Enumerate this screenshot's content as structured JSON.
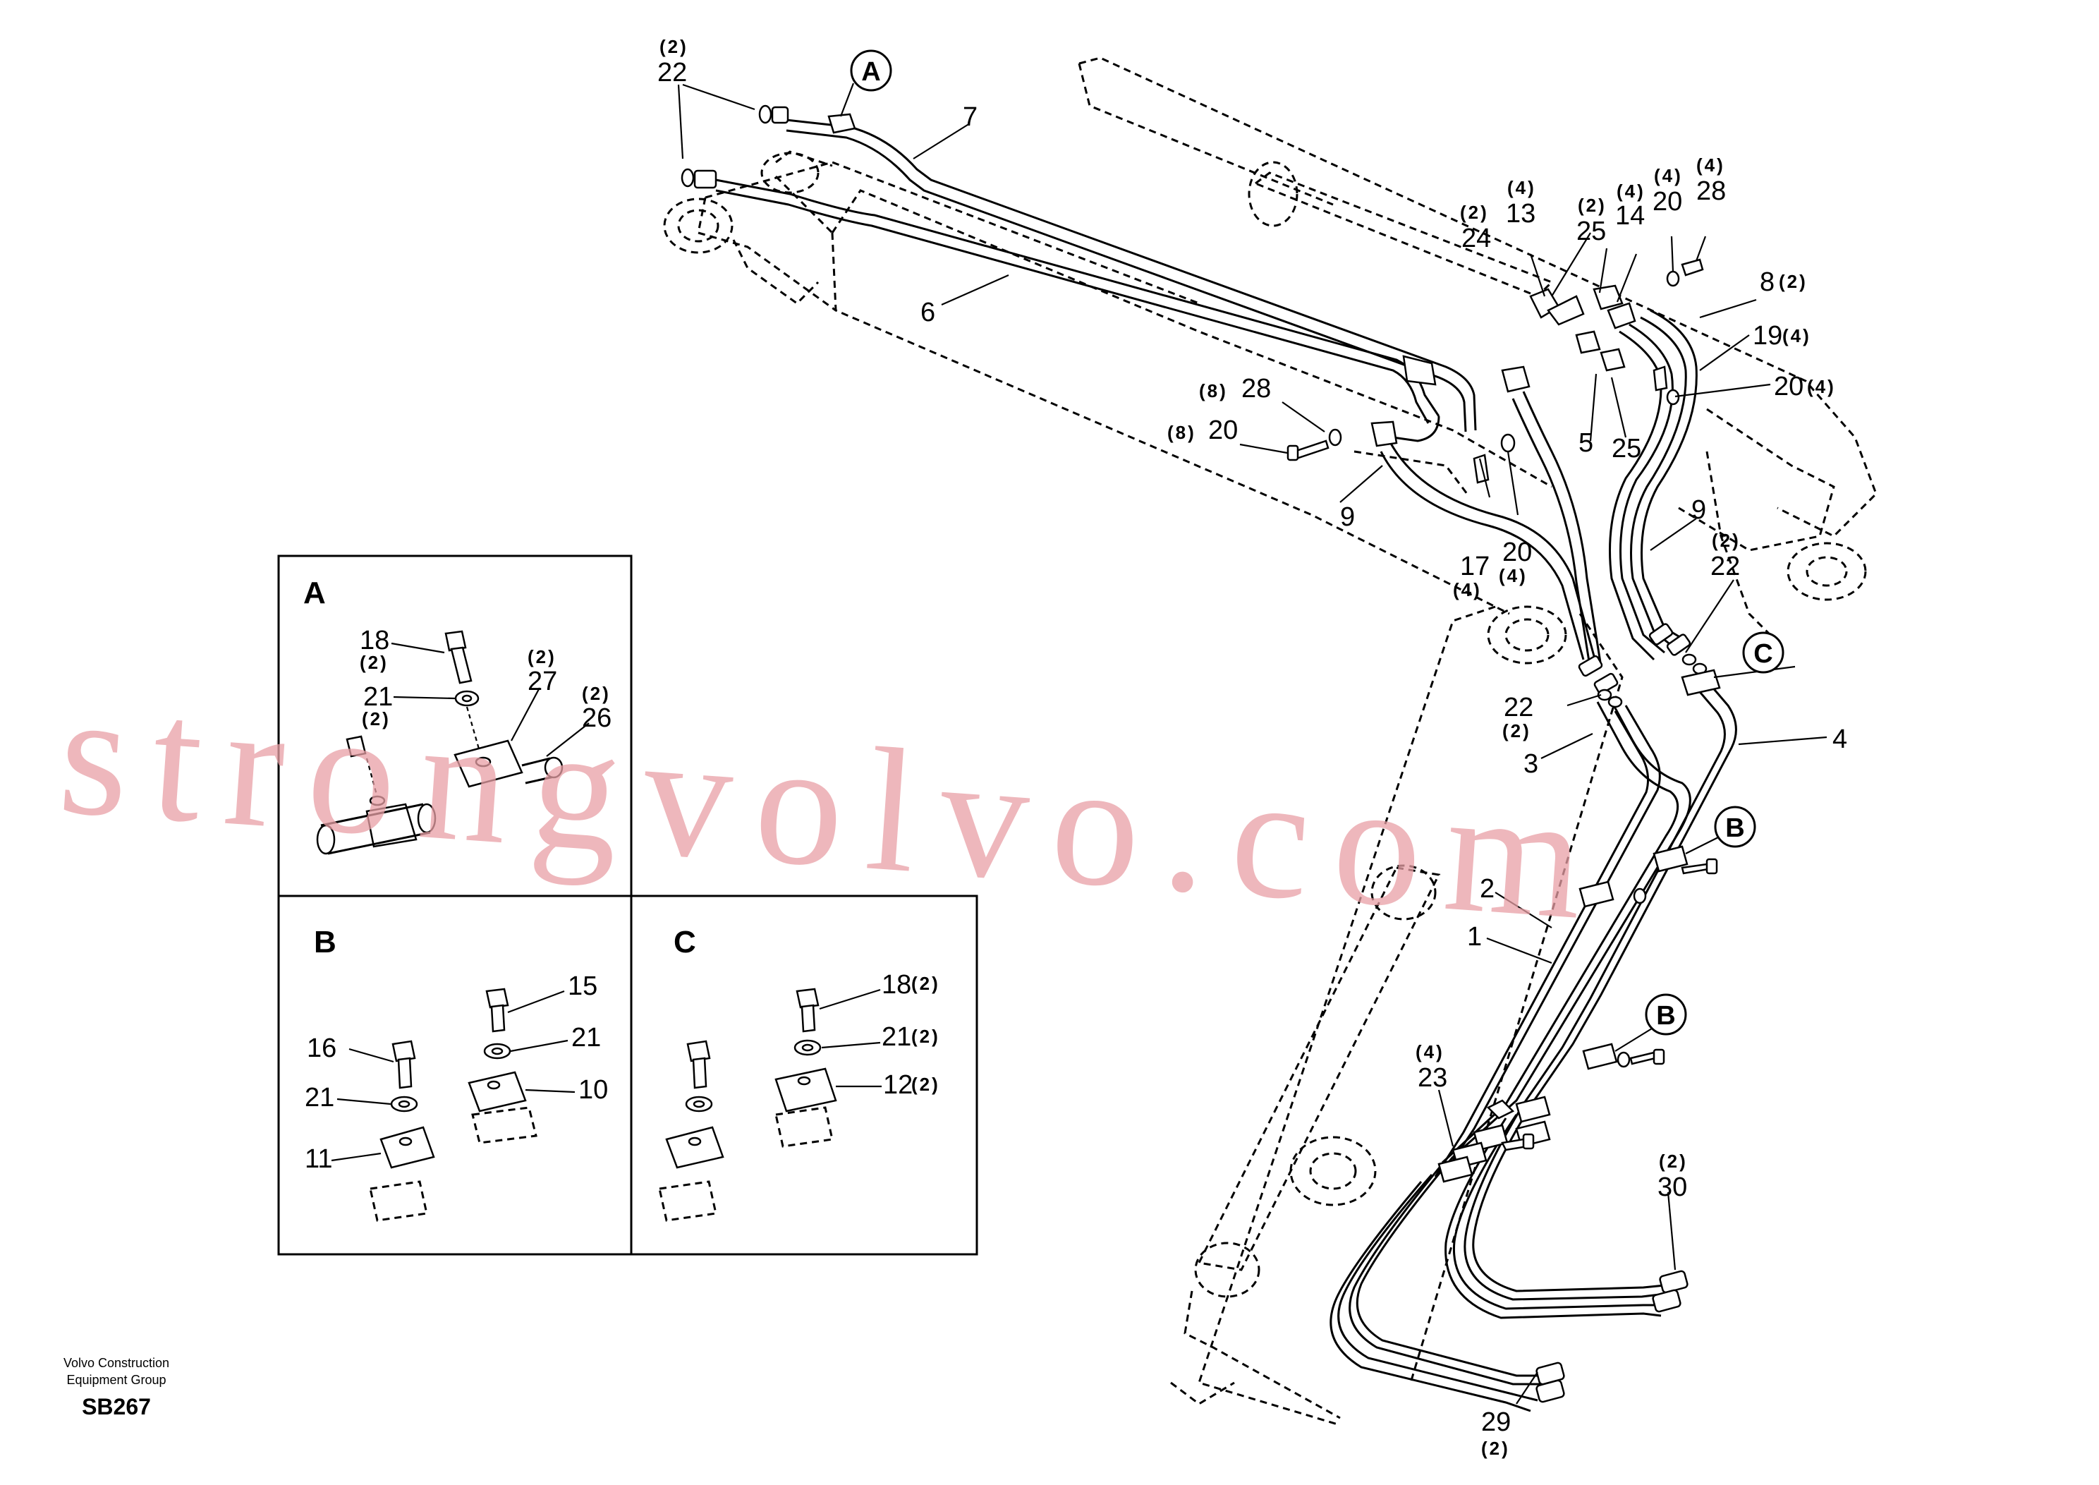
{
  "watermark": "strongvolvo.com",
  "footer": {
    "company_line1": "Volvo Construction",
    "company_line2": "Equipment Group",
    "drawing_code": "SB267"
  },
  "insets": [
    {
      "id": "A",
      "title": "A"
    },
    {
      "id": "B",
      "title": "B"
    },
    {
      "id": "C",
      "title": "C"
    }
  ],
  "detail_markers": [
    "A",
    "B",
    "B",
    "C"
  ],
  "callouts": {
    "c1": {
      "num": "1",
      "qty": ""
    },
    "c2": {
      "num": "2",
      "qty": ""
    },
    "c3": {
      "num": "3",
      "qty": ""
    },
    "c4": {
      "num": "4",
      "qty": ""
    },
    "c5": {
      "num": "5",
      "qty": ""
    },
    "c6": {
      "num": "6",
      "qty": ""
    },
    "c7": {
      "num": "7",
      "qty": ""
    },
    "c8": {
      "num": "8",
      "qty": "(2)"
    },
    "c9a": {
      "num": "9",
      "qty": ""
    },
    "c9b": {
      "num": "9",
      "qty": ""
    },
    "c13": {
      "num": "13",
      "qty": "(4)"
    },
    "c14": {
      "num": "14",
      "qty": "(4)"
    },
    "c17": {
      "num": "17",
      "qty": "(4)"
    },
    "c19": {
      "num": "19",
      "qty": "(4)"
    },
    "c20a": {
      "num": "20",
      "qty": "(4)"
    },
    "c20b": {
      "num": "20",
      "qty": "(4)"
    },
    "c20c": {
      "num": "20",
      "qty": "(4)"
    },
    "c20d": {
      "num": "20",
      "qty": "(8)"
    },
    "c22a": {
      "num": "22",
      "qty": "(2)"
    },
    "c22b": {
      "num": "22",
      "qty": "(2)"
    },
    "c22c": {
      "num": "22",
      "qty": "(2)"
    },
    "c23": {
      "num": "23",
      "qty": "(4)"
    },
    "c24": {
      "num": "24",
      "qty": "(2)"
    },
    "c25a": {
      "num": "25",
      "qty": "(2)"
    },
    "c25b": {
      "num": "25",
      "qty": ""
    },
    "c28a": {
      "num": "28",
      "qty": "(4)"
    },
    "c28b": {
      "num": "28",
      "qty": "(8)"
    },
    "c29": {
      "num": "29",
      "qty": "(2)"
    },
    "c30": {
      "num": "30",
      "qty": "(2)"
    },
    "A18": {
      "num": "18",
      "qty": "(2)"
    },
    "A21": {
      "num": "21",
      "qty": "(2)"
    },
    "A26": {
      "num": "26",
      "qty": "(2)"
    },
    "A27": {
      "num": "27",
      "qty": "(2)"
    },
    "B10": {
      "num": "10",
      "qty": ""
    },
    "B11": {
      "num": "11",
      "qty": ""
    },
    "B15": {
      "num": "15",
      "qty": ""
    },
    "B16": {
      "num": "16",
      "qty": ""
    },
    "B21a": {
      "num": "21",
      "qty": ""
    },
    "B21b": {
      "num": "21",
      "qty": ""
    },
    "C12": {
      "num": "12",
      "qty": "(2)"
    },
    "C18": {
      "num": "18",
      "qty": "(2)"
    },
    "C21": {
      "num": "21",
      "qty": "(2)"
    }
  }
}
